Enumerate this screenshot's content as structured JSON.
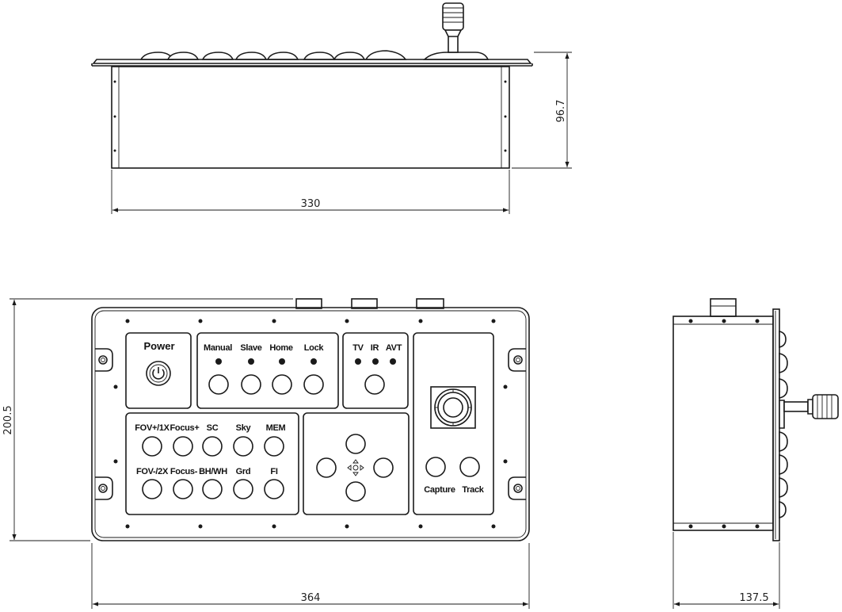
{
  "dimensions": {
    "top_width": "330",
    "top_height": "96.7",
    "front_width": "364",
    "front_height": "200.5",
    "side_width": "137.5"
  },
  "panel": {
    "power_label": "Power",
    "mode_labels": [
      "Manual",
      "Slave",
      "Home",
      "Lock"
    ],
    "sensor_labels": [
      "TV",
      "IR",
      "AVT"
    ],
    "row1_labels": [
      "FOV+/1X",
      "Focus+",
      "SC",
      "Sky",
      "MEM"
    ],
    "row2_labels": [
      "FOV-/2X",
      "Focus-",
      "BH/WH",
      "Grd",
      "FI"
    ],
    "joystick_buttons": [
      "Capture",
      "Track"
    ]
  }
}
